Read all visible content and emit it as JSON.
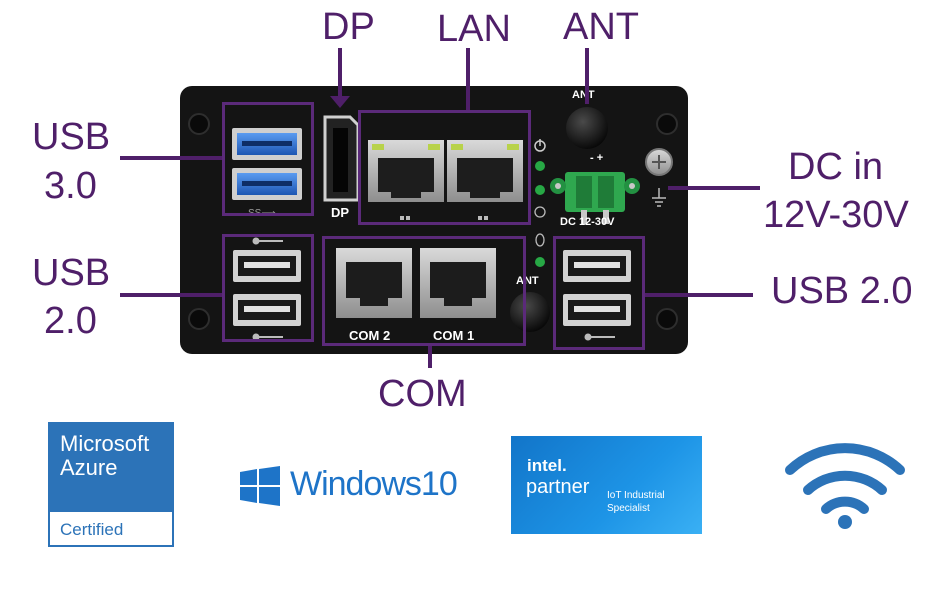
{
  "callouts": {
    "dp": "DP",
    "lan": "LAN",
    "ant": "ANT",
    "usb3_line1": "USB",
    "usb3_line2": "3.0",
    "usb2_left_line1": "USB",
    "usb2_left_line2": "2.0",
    "dc_line1": "DC in",
    "dc_line2": "12V-30V",
    "usb2_right": "USB 2.0",
    "com": "COM"
  },
  "device_labels": {
    "dp": "DP",
    "com2": "COM 2",
    "com1": "COM 1",
    "ant_top": "ANT",
    "ant_mid": "ANT",
    "dc": "DC 12-30V",
    "polarity": "- +"
  },
  "badges": {
    "azure": {
      "line1": "Microsoft",
      "line2": "Azure",
      "line3": "Certified"
    },
    "windows": {
      "text": "Windows10"
    },
    "intel": {
      "brand": "intel.",
      "word": "partner",
      "tier1": "IoT Industrial",
      "tier2": "Specialist"
    }
  },
  "colors": {
    "callout": "#4f1f69",
    "box": "#5b2a7a",
    "chassis": "#141414",
    "usb3_blue": "#2d6fd1",
    "terminal_green": "#2fa84f",
    "azure_blue": "#2c73b8",
    "windows_blue": "#1e74c8",
    "intel_blue": "#1888d8",
    "wifi_blue": "#2c73b8"
  },
  "icons": [
    "usb-icon",
    "ethernet-icon",
    "power-icon",
    "ground-icon",
    "wifi-icon",
    "windows-logo-icon"
  ]
}
